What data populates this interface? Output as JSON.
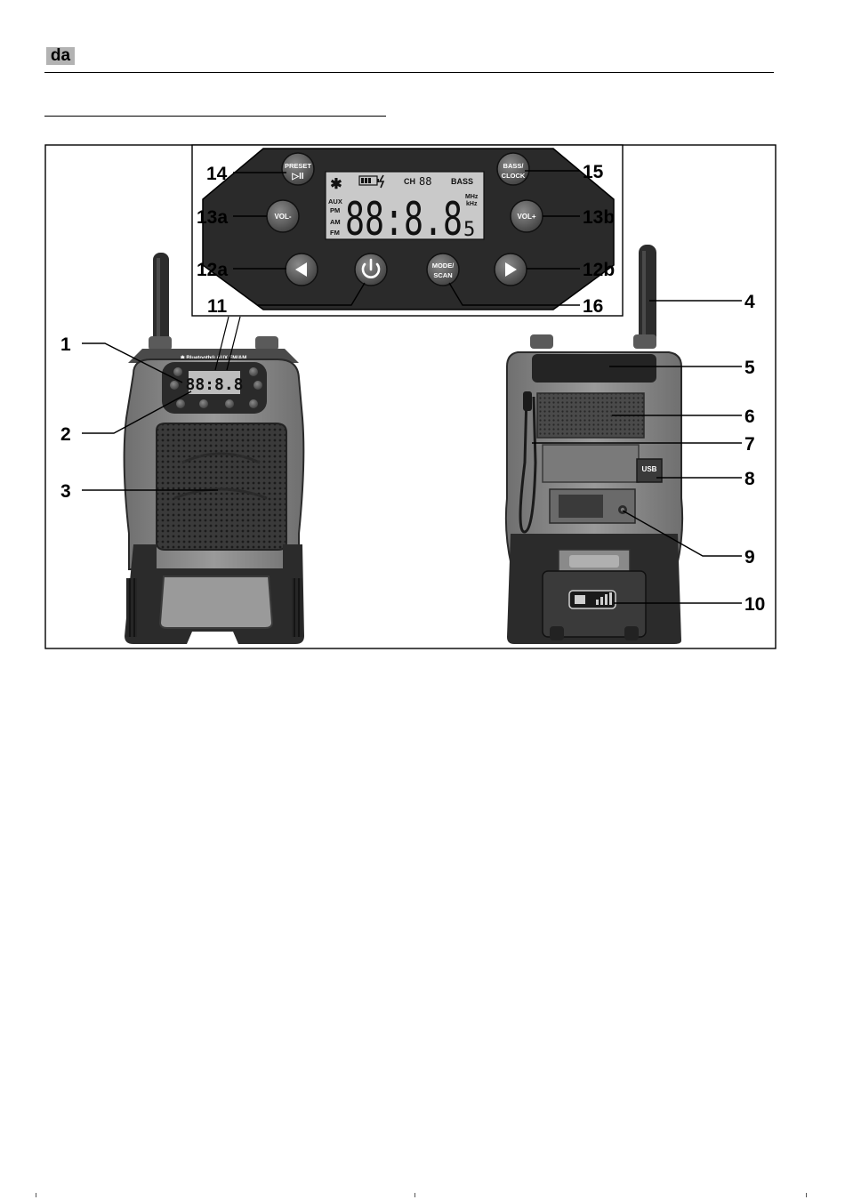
{
  "header": {
    "lang": "da"
  },
  "panel": {
    "buttons": {
      "preset": "PRESET",
      "play_pause": "▷II",
      "bass": "BASS/",
      "clock": "CLOCK",
      "vol_minus": "VOL-",
      "vol_plus": "VOL+",
      "mode": "MODE/",
      "scan": "SCAN"
    },
    "lcd": {
      "ch": "CH",
      "ch_digits": "88",
      "bass": "BASS",
      "aux": "AUX",
      "pm": "PM",
      "am": "AM",
      "fm": "FM",
      "mhz": "MHz",
      "khz": "kHz",
      "digits": "88:8.8",
      "sub_digit": "5"
    }
  },
  "front": {
    "brand_strip": "✱ Bluetooth® AUX FM/AM",
    "mini_digits": "88:8.8"
  },
  "back": {
    "usb_label": "USB"
  },
  "callouts": [
    "1",
    "2",
    "3",
    "4",
    "5",
    "6",
    "7",
    "8",
    "9",
    "10",
    "11",
    "12a",
    "12b",
    "13a",
    "13b",
    "14",
    "15",
    "16"
  ],
  "colors": {
    "panel": "#2a2a2a",
    "button": "#555555",
    "lcd": "#c9c9c9",
    "body": "#8a8a8a",
    "rubber": "#2b2b2b"
  }
}
